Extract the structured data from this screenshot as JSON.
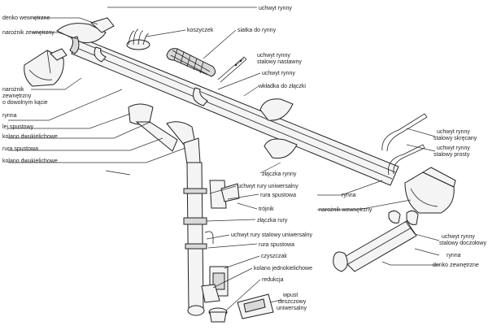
{
  "labels": {
    "denko_wewnetrzne_top": "denko wewnętrzne",
    "naroznik_zewnetrzny": "narożnik zewnętrzny",
    "uchwyt_rynny_top": "uchwyt rynny",
    "koszyczek": "koszyczek",
    "siatka": "siatka do rynny",
    "uchwyt_stalowy_nastawny": [
      "uchwyt rynny",
      "stalowy nastawny"
    ],
    "uchwyt_rynny_2": "uchwyt rynny",
    "wkladka": "wkładka do złączki",
    "naroznik_dowolny": [
      "narożnik",
      "zewnętrzny",
      "o dowolnym kącie"
    ],
    "rynna_left": "rynna",
    "lej_spustowy": "lej spustowy",
    "kolano_1": "kolano dwukielichowe",
    "rura_spustowa_left": "rura spustowa",
    "kolano_2": "kolano dwukielichowe",
    "uchwyt_skrecany": [
      "uchwyt rynny",
      "stalowy skręcany"
    ],
    "uchwyt_prosty": [
      "uchwyt rynny",
      "stalowy prosty"
    ],
    "zlaczka": "złączka rynny",
    "uchwyt_rury_uniwersalny": "uchwyt rury uniwersalny",
    "rynna_mid": "rynna",
    "naroznik_wewnetrzny": "narożnik wewnętrzny",
    "rura_spustowa_mid": "rura spustowa",
    "trojnik": "trójnik",
    "zlaczka_rury": "złączka rury",
    "uchwyt_rury_stalowy": "uchwyt rury stalowy uniwersalny",
    "uchwyt_doczolowy": [
      "uchwyt rynny",
      "stalowy doczołowy"
    ],
    "rura_spustowa_low": "rura spustowa",
    "czyszczak": "czyszczak",
    "rynna_right": "rynna",
    "kolano_jednokielichowe": "kolano jednokielichowe",
    "denko_zewnetrzne": "denko zewnętrzne",
    "redukcja": "redukcja",
    "wpust": [
      "wpust",
      "deszczowy",
      "uniwersalny"
    ]
  }
}
